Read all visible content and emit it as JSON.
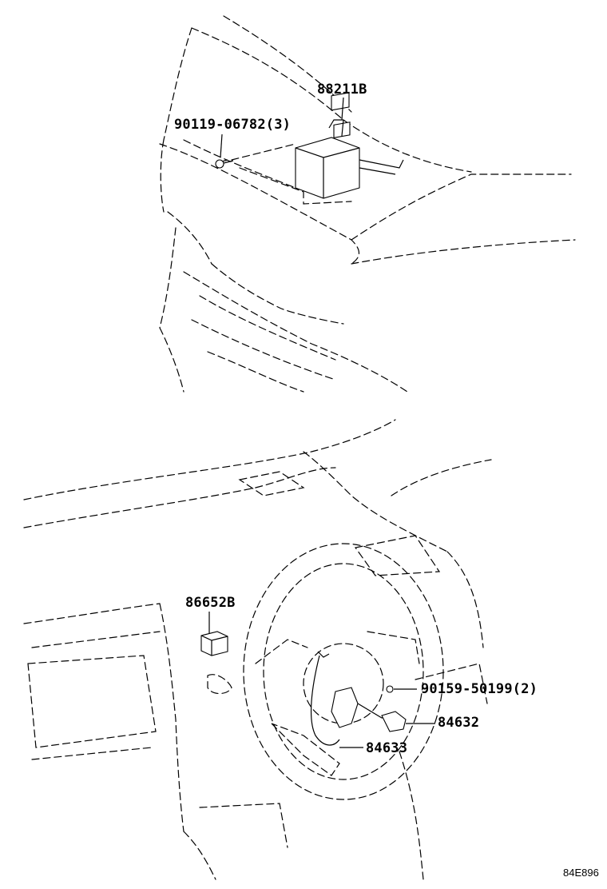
{
  "diagram": {
    "figure_code": "84E896",
    "top_view": {
      "parts": [
        {
          "id": "radar-sensor",
          "number": "88211B"
        },
        {
          "id": "radar-bolt",
          "number": "90119-06782",
          "qty": "(3)"
        }
      ]
    },
    "cockpit_view": {
      "parts": [
        {
          "id": "switch-module",
          "number": "86652B"
        },
        {
          "id": "steering-screw",
          "number": "90159-50199",
          "qty": "(2)"
        },
        {
          "id": "steering-switch",
          "number": "84632"
        },
        {
          "id": "switch-harness",
          "number": "84633"
        }
      ]
    }
  }
}
